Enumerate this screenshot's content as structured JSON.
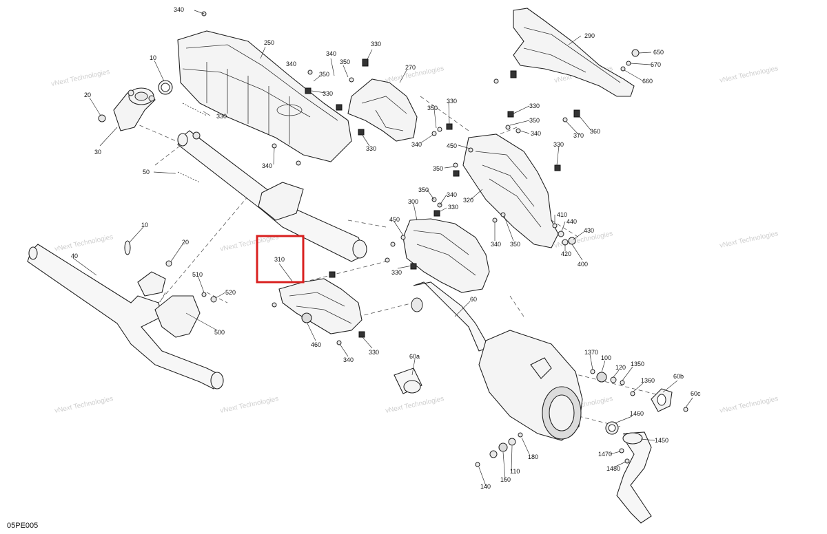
{
  "diagram": {
    "figure_code": "05PE005",
    "highlighted_part": "310",
    "highlight_color": "#d9201f",
    "watermark_line1": "vNext",
    "watermark_line2": "Technologies",
    "watermark_small": "vNext Technologies",
    "parts": {
      "p10a": "10",
      "p20a": "20",
      "p30": "30",
      "p50": "50",
      "p250": "250",
      "p340a": "340",
      "p340b": "340",
      "p340c": "340",
      "p340d": "340",
      "p330a": "330",
      "p330b": "330",
      "p330c": "330",
      "p350a": "350",
      "p350b": "350",
      "p270": "270",
      "p290": "290",
      "p650": "650",
      "p670": "670",
      "p660": "660",
      "p370": "370",
      "p360": "360",
      "p330d": "330",
      "p340e": "340",
      "p350c": "350",
      "p330e": "330",
      "p340f": "340",
      "p450a": "450",
      "p350d": "350",
      "p330f": "330",
      "p350e": "350",
      "p340g": "340",
      "p330g": "330",
      "p320": "320",
      "p300": "300",
      "p410": "410",
      "p440": "440",
      "p430": "430",
      "p420": "420",
      "p400": "400",
      "p340h": "340",
      "p350f": "350",
      "p450b": "450",
      "p330h": "330",
      "p10b": "10",
      "p20b": "20",
      "p40": "40",
      "p510": "510",
      "p520": "520",
      "p500": "500",
      "p310": "310",
      "p460": "460",
      "p340i": "340",
      "p330i": "330",
      "p60": "60",
      "p60a": "60a",
      "p1370": "1370",
      "p100": "100",
      "p120": "120",
      "p1350": "1350",
      "p1360": "1360",
      "p60b": "60b",
      "p60c": "60c",
      "p1460": "1460",
      "p1450": "1450",
      "p1470": "1470",
      "p1480": "1480",
      "p180": "180",
      "p110": "110",
      "p160": "160",
      "p140": "140"
    }
  }
}
